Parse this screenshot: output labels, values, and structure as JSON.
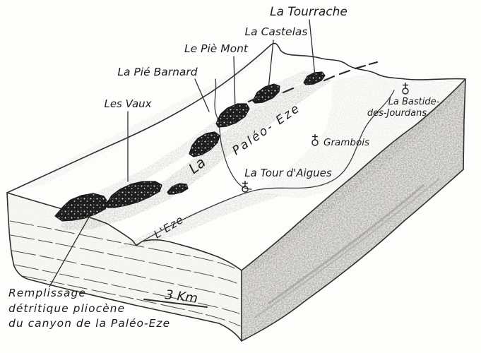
{
  "diagram_type": "hand-drawn geological block diagram",
  "labels": {
    "la_tourrache": "La Tourrache",
    "la_castelas": "La Castelas",
    "le_pie_mont": "Le Piè Mont",
    "la_pie_barnard": "La Pié Barnard",
    "les_vaux": "Les Vaux",
    "la_bastide_line1": "La Bastide-",
    "la_bastide_line2": "des-Jourdans",
    "grambois": "Grambois",
    "la_tour_daigues": "La Tour d'Aigues",
    "paleo_eze_article": "La",
    "paleo_eze": "Paléo- Eze",
    "leze": "L'Eze"
  },
  "scale_bar": {
    "label": "3 Km"
  },
  "caption": {
    "line1": "Remplissage",
    "line2": "détritique pliocène",
    "line3": "du canyon de la Paléo-Eze"
  },
  "icons": {
    "village_symbol": "church-circle-cross-icon"
  },
  "colors": {
    "pencil": "#2f2f2f",
    "paper": "#fdfdfb",
    "outcrop_fill": "#1e1e1e"
  }
}
